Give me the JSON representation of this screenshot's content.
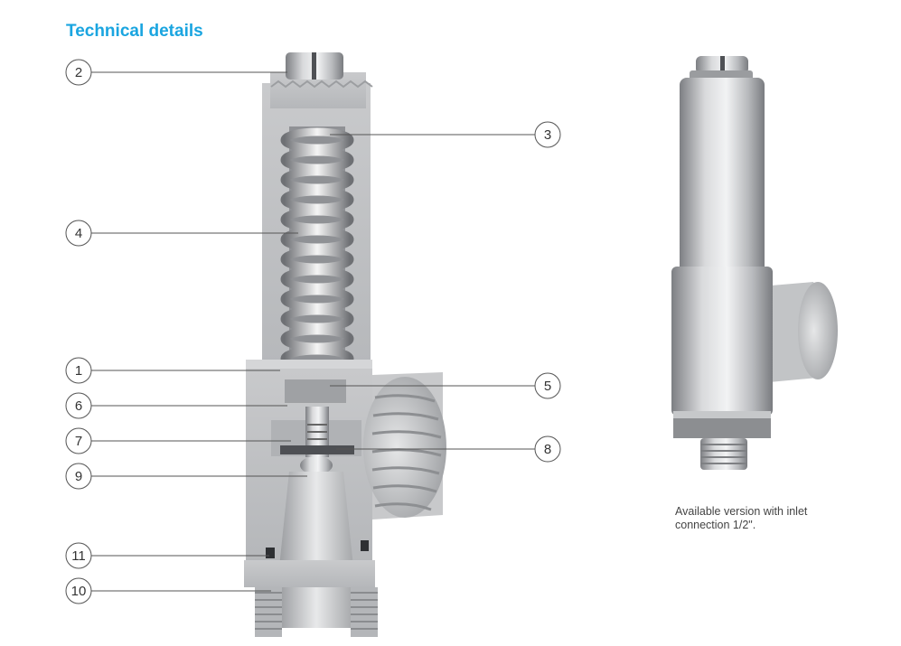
{
  "title": "Technical details",
  "caption": "Available version with inlet connection 1/2\".",
  "callouts": [
    "1",
    "2",
    "3",
    "4",
    "5",
    "6",
    "7",
    "8",
    "9",
    "10",
    "11"
  ],
  "colors": {
    "title": "#1aa5e0",
    "metal_light": "#e4e5e7",
    "metal_dark": "#8b8d90"
  }
}
